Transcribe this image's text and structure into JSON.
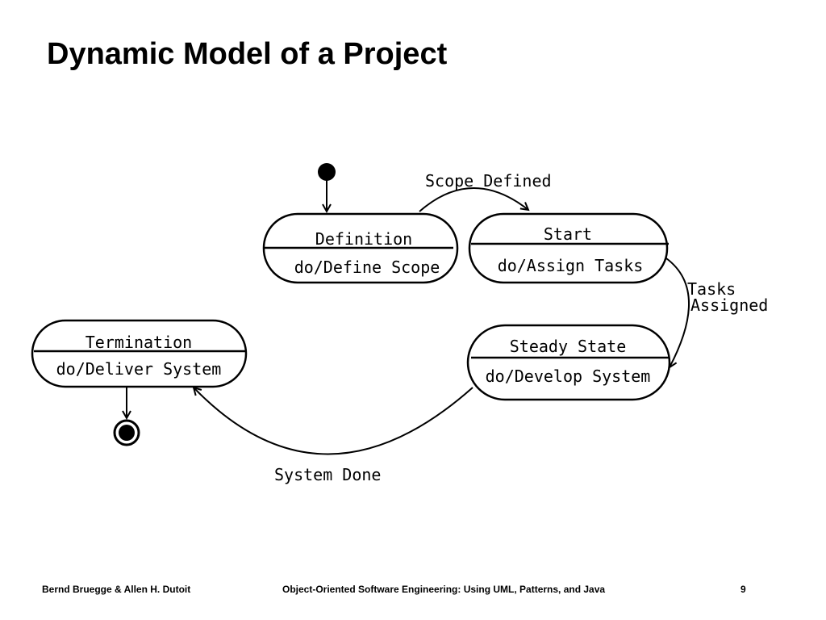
{
  "title": "Dynamic Model of a Project",
  "states": {
    "definition": {
      "name": "Definition",
      "activity": "do/Define Scope"
    },
    "start": {
      "name": "Start",
      "activity": "do/Assign Tasks"
    },
    "steady_state": {
      "name": "Steady State",
      "activity": "do/Develop System"
    },
    "termination": {
      "name": "Termination",
      "activity": "do/Deliver System"
    }
  },
  "transitions": {
    "scope_defined": "Scope Defined",
    "tasks_assigned_line1": "Tasks",
    "tasks_assigned_line2": "Assigned",
    "system_done": "System Done"
  },
  "footer": {
    "authors": "Bernd Bruegge & Allen H. Dutoit",
    "book": "Object-Oriented Software Engineering: Using UML, Patterns, and Java",
    "page": "9"
  }
}
